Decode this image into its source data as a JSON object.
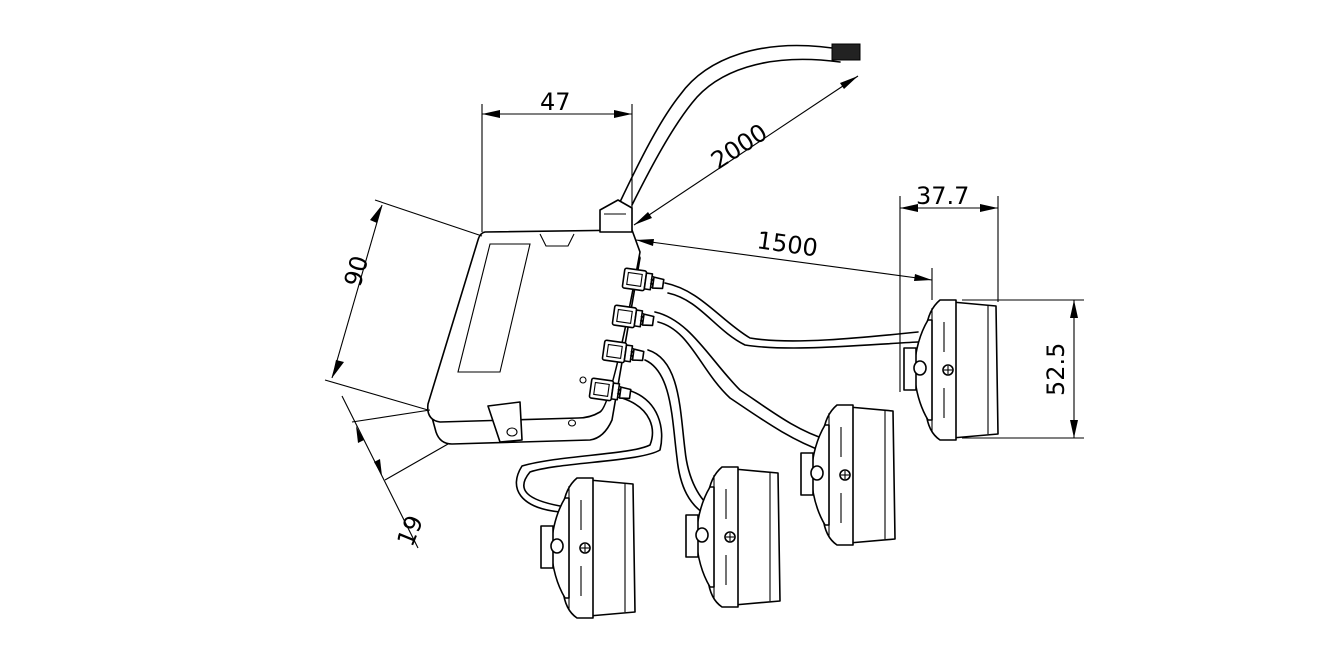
{
  "drawing": {
    "dimensions": {
      "box_width": "47",
      "box_height": "90",
      "box_depth": "19",
      "cable_main": "2000",
      "cable_branch": "1500",
      "sensor_width": "37.7",
      "sensor_height": "52.5"
    }
  }
}
